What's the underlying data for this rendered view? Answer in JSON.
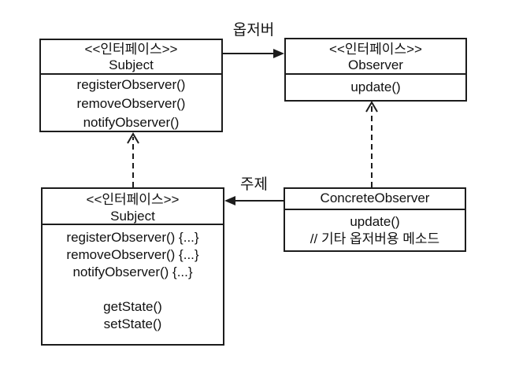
{
  "canvas": {
    "background_color": "#ffffff",
    "line_color": "#1c1c1c",
    "text_color": "#111111"
  },
  "classes": {
    "subject_interface": {
      "stereotype": "<<인터페이스>>",
      "name": "Subject",
      "members": [
        "registerObserver()",
        "removeObserver()",
        "notifyObserver()"
      ]
    },
    "observer_interface": {
      "stereotype": "<<인터페이스>>",
      "name": "Observer",
      "members": [
        "update()"
      ]
    },
    "concrete_subject": {
      "stereotype": "<<인터페이스>>",
      "name": "Subject",
      "members": [
        "registerObserver() {...}",
        "removeObserver() {...}",
        "notifyObserver() {...}",
        "",
        "getState()",
        "setState()"
      ]
    },
    "concrete_observer": {
      "name": "ConcreteObserver",
      "members": [
        "update()",
        "// 기타 옵저버용 메소드"
      ]
    }
  },
  "relations": {
    "observer_label": "옵저버",
    "subject_label": "주제"
  }
}
